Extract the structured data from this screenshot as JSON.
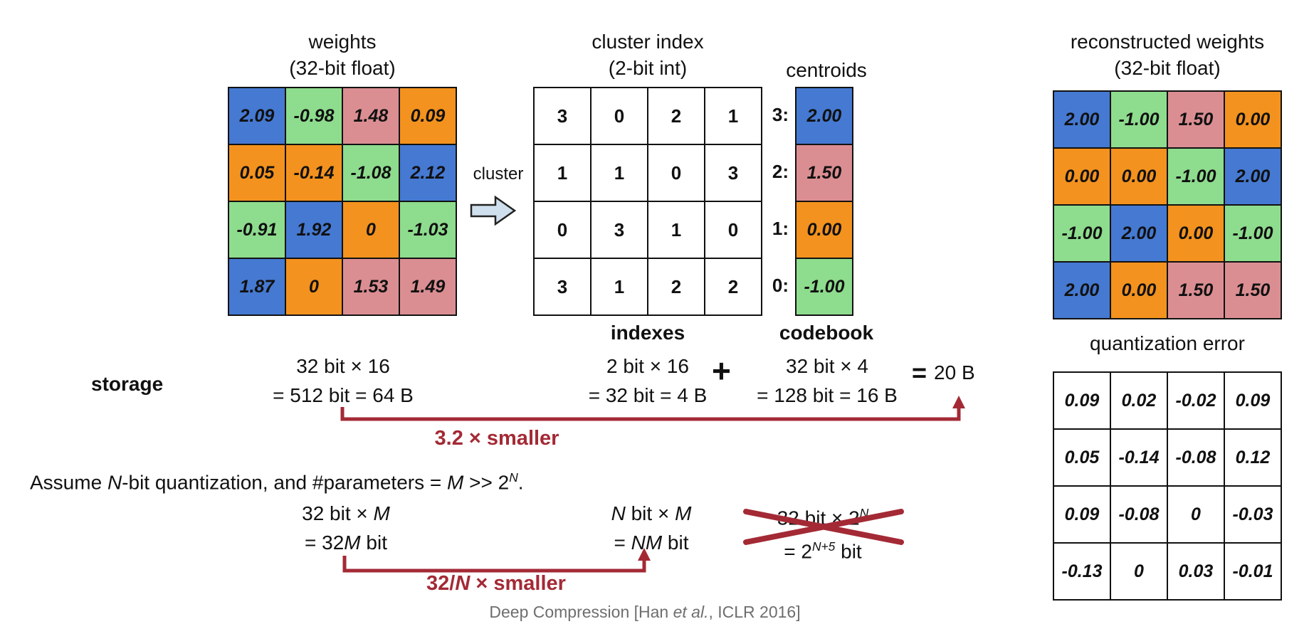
{
  "colors": {
    "blue": "#4579d2",
    "green": "#8edc8e",
    "pink": "#db8e92",
    "orange": "#f3921e",
    "red": "#a32a35",
    "arrow_fill": "#cfdfed",
    "footer_gray": "#6e6e6e"
  },
  "weights": {
    "title": [
      "weights",
      "(32-bit float)"
    ],
    "cells": [
      {
        "v": "2.09",
        "c": "blue"
      },
      {
        "v": "-0.98",
        "c": "green"
      },
      {
        "v": "1.48",
        "c": "pink"
      },
      {
        "v": "0.09",
        "c": "orange"
      },
      {
        "v": "0.05",
        "c": "orange"
      },
      {
        "v": "-0.14",
        "c": "orange"
      },
      {
        "v": "-1.08",
        "c": "green"
      },
      {
        "v": "2.12",
        "c": "blue"
      },
      {
        "v": "-0.91",
        "c": "green"
      },
      {
        "v": "1.92",
        "c": "blue"
      },
      {
        "v": "0",
        "c": "orange"
      },
      {
        "v": "-1.03",
        "c": "green"
      },
      {
        "v": "1.87",
        "c": "blue"
      },
      {
        "v": "0",
        "c": "orange"
      },
      {
        "v": "1.53",
        "c": "pink"
      },
      {
        "v": "1.49",
        "c": "pink"
      }
    ]
  },
  "cluster": {
    "label": "cluster"
  },
  "cluster_index": {
    "title": [
      "cluster index",
      "(2-bit int)"
    ],
    "cells": [
      "3",
      "0",
      "2",
      "1",
      "1",
      "1",
      "0",
      "3",
      "0",
      "3",
      "1",
      "0",
      "3",
      "1",
      "2",
      "2"
    ],
    "footer_label": "indexes"
  },
  "centroids": {
    "title": "centroids",
    "rows": [
      {
        "label": "3:",
        "v": "2.00",
        "c": "blue"
      },
      {
        "label": "2:",
        "v": "1.50",
        "c": "pink"
      },
      {
        "label": "1:",
        "v": "0.00",
        "c": "orange"
      },
      {
        "label": "0:",
        "v": "-1.00",
        "c": "green"
      }
    ],
    "footer_label": "codebook"
  },
  "reconstructed": {
    "title": [
      "reconstructed weights",
      "(32-bit float)"
    ],
    "cells": [
      {
        "v": "2.00",
        "c": "blue"
      },
      {
        "v": "-1.00",
        "c": "green"
      },
      {
        "v": "1.50",
        "c": "pink"
      },
      {
        "v": "0.00",
        "c": "orange"
      },
      {
        "v": "0.00",
        "c": "orange"
      },
      {
        "v": "0.00",
        "c": "orange"
      },
      {
        "v": "-1.00",
        "c": "green"
      },
      {
        "v": "2.00",
        "c": "blue"
      },
      {
        "v": "-1.00",
        "c": "green"
      },
      {
        "v": "2.00",
        "c": "blue"
      },
      {
        "v": "0.00",
        "c": "orange"
      },
      {
        "v": "-1.00",
        "c": "green"
      },
      {
        "v": "2.00",
        "c": "blue"
      },
      {
        "v": "0.00",
        "c": "orange"
      },
      {
        "v": "1.50",
        "c": "pink"
      },
      {
        "v": "1.50",
        "c": "pink"
      }
    ]
  },
  "quant_error": {
    "title": "quantization error",
    "cells": [
      "0.09",
      "0.02",
      "-0.02",
      "0.09",
      "0.05",
      "-0.14",
      "-0.08",
      "0.12",
      "0.09",
      "-0.08",
      "0",
      "-0.03",
      "-0.13",
      "0",
      "0.03",
      "-0.01"
    ]
  },
  "storage": {
    "label": "storage",
    "weights_calc": [
      "32 bit × 16",
      "= 512 bit = 64 B"
    ],
    "indexes_calc": [
      "2 bit × 16",
      "= 32 bit = 4 B"
    ],
    "plus": "+",
    "codebook_calc": [
      "32 bit × 4",
      "= 128 bit = 16 B"
    ],
    "equals": "=",
    "total": "20 B",
    "smaller": "3.2 × smaller"
  },
  "general": {
    "assumption": {
      "p1": "Assume ",
      "p2": "N",
      "p3": "-bit quantization, and #parameters = ",
      "p4": "M",
      "p5": " >> 2",
      "sup": "N",
      "p6": "."
    },
    "f32m": {
      "l1a": "32 bit × ",
      "l1b": "M",
      "l2a": "= 32",
      "l2b": "M",
      "l2c": " bit"
    },
    "fnm": {
      "l1a": "N",
      "l1b": " bit × ",
      "l1c": "M",
      "l2a": "= ",
      "l2b": "NM",
      "l2c": " bit"
    },
    "fcross": {
      "l1a": "32 bit × 2",
      "l1sup": "N",
      "l2a": "= 2",
      "l2sup": "N+5",
      "l2b": " bit"
    },
    "smaller": {
      "p1": "32/",
      "p2": "N",
      "p3": " × smaller"
    },
    "footer": {
      "p1": "Deep Compression [Han ",
      "p2": "et al.",
      "p3": ", ICLR 2016]"
    }
  }
}
